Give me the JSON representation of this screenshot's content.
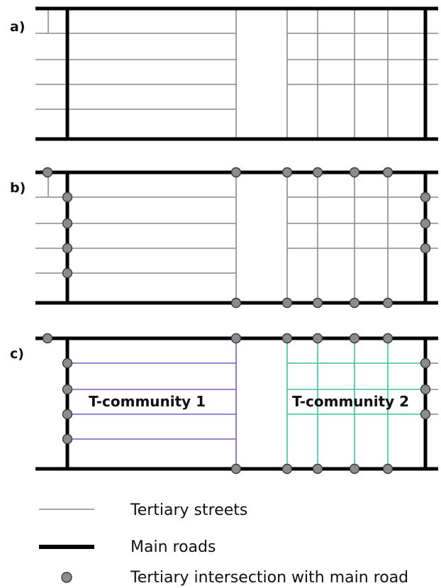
{
  "colors": {
    "tertiary": "#8a8a8a",
    "main": "#000000",
    "node_fill": "#8c8c8c",
    "community_1": "#7b5cc4",
    "community_2": "#3cc49a"
  },
  "panels": [
    {
      "label": "a)"
    },
    {
      "label": "b)"
    },
    {
      "label": "c)",
      "community_1": "T-community 1",
      "community_2": "T-community 2"
    }
  ],
  "legend": {
    "tertiary": "Tertiary streets",
    "main": "Main roads",
    "intersection": "Tertiary intersection with main road"
  }
}
